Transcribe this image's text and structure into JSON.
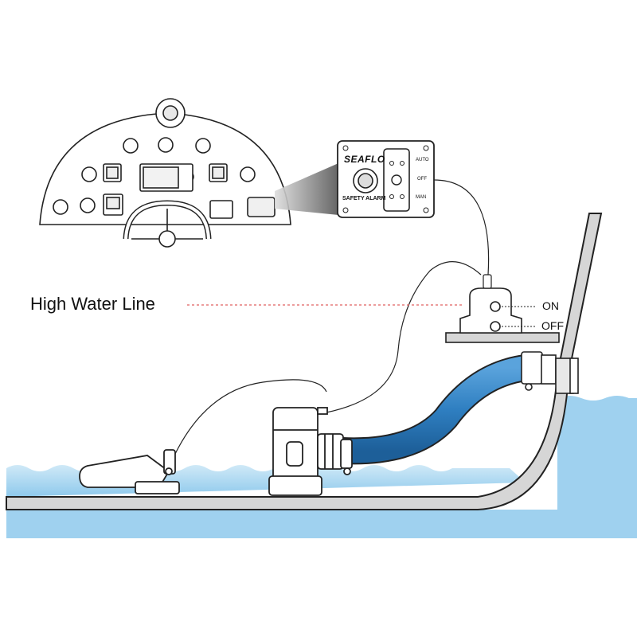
{
  "labels": {
    "high_water_line": "High Water Line",
    "switch_on": "ON",
    "switch_off": "OFF"
  },
  "panel": {
    "brand": "SEAFLO",
    "alarm": "SAFETY ALARM",
    "auto": "AUTO",
    "off": "OFF",
    "man": "MAN"
  },
  "colors": {
    "water": "#a9d6f0",
    "hose": "#2f7fc1",
    "outline": "#222222",
    "high_water_line": "#e06060"
  }
}
